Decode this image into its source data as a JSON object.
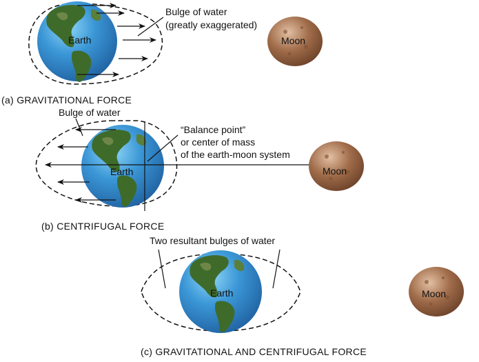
{
  "colors": {
    "earth_ocean": "#2f86c9",
    "earth_ocean_light": "#6fc0ee",
    "earth_land": "#3f6b2a",
    "moon": "#8a5a3c",
    "moon_light": "#c79a78",
    "outline": "#111111"
  },
  "panel_a": {
    "earth_label": "Earth",
    "moon_label": "Moon",
    "bulge_label_line1": "Bulge of water",
    "bulge_label_line2": "(greatly exaggerated)",
    "caption": "(a) GRAVITATIONAL FORCE"
  },
  "panel_b": {
    "earth_label": "Earth",
    "moon_label": "Moon",
    "bulge_label": "Bulge of water",
    "balance_line1": "“Balance point”",
    "balance_line2": "or center of mass",
    "balance_line3": "of the earth-moon system",
    "caption": "(b) CENTRIFUGAL FORCE"
  },
  "panel_c": {
    "earth_label": "Earth",
    "moon_label": "Moon",
    "bulges_label": "Two resultant bulges of water",
    "caption": "(c) GRAVITATIONAL AND CENTRIFUGAL FORCE"
  }
}
